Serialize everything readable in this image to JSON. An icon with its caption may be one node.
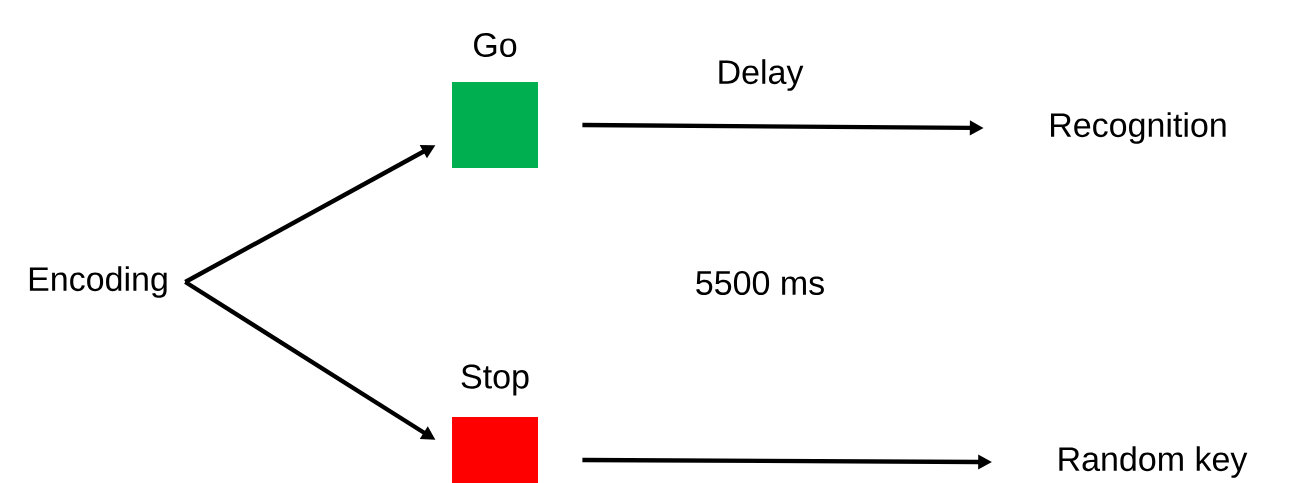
{
  "diagram": {
    "nodes": [
      {
        "text": [
          "Encoding"
        ]
      },
      {
        "text": [
          "Go"
        ]
      },
      {
        "text": [
          "Stop"
        ]
      },
      {
        "text": [
          "Recognition"
        ]
      },
      {
        "text": [
          "Random key"
        ]
      }
    ],
    "edges": [
      {
        "from": 0,
        "to": 1,
        "arrow": "to"
      },
      {
        "from": 0,
        "to": 2,
        "arrow": "to"
      },
      {
        "from": 1,
        "to": 3,
        "arrow": "to",
        "label": "Delay"
      },
      {
        "from": 2,
        "to": 4,
        "arrow": "to"
      }
    ],
    "labels": [
      "5500 ms"
    ]
  }
}
